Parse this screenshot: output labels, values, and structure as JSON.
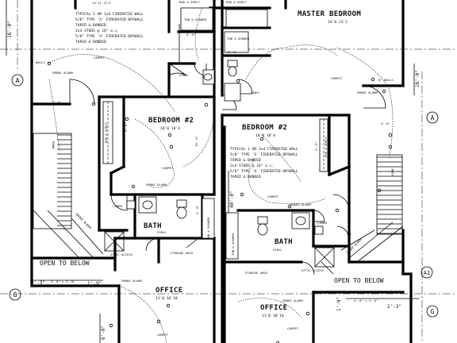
{
  "rooms": {
    "master_bedroom": "MASTER BEDROOM",
    "master_bedroom_dims": "14'0    13'2",
    "bedroom2_left": "BEDROOM #2",
    "bedroom2_left_dims": "10'0    10'4",
    "bedroom2_right": "BEDROOM #2",
    "bedroom2_right_dims": "10'0    10'4",
    "bath_left": "BATH",
    "bath_right": "BATH",
    "office_left": "OFFICE",
    "office_left_dims": "11'0    10'10",
    "office_right": "OFFICE",
    "office_right_dims": "11'0    10'10",
    "open_below_left": "OPEN TO BELOW",
    "open_below_right": "OPEN TO BELOW"
  },
  "notes": {
    "wall_spec_top": [
      "TYPICAL 1 HR 2x4 FIRERATED WALL",
      "5/8\" TYPE 'X' FIRERATED DRYWALL",
      "TAPED & BANDED",
      "2x4 STUDS @ 16\" o.c.",
      "5/8\" TYPE 'X' FIRERATED DRYWALL",
      "TAPED & BANDED"
    ],
    "wall_spec_mid": [
      "TYPICAL 1 HR 2x4 FIRERATED WALL",
      "5/8\" TYPE 'X' FIRERATED DRYWALL",
      "TAPED & BANDED",
      "2x4 STUDS @ 16\" o.c.",
      "5/8\" TYPE 'X' FIRERATED DRYWALL",
      "TAPED & BANDED"
    ],
    "carpet": "CARPET",
    "vinyl": "VINYL",
    "smoke_alarm": "SMOKE ALARM",
    "walls_8": "8' WALLS",
    "rod_shelf": "ROD & SHELF",
    "tub_shower": "TUB & SHOWER",
    "linen": "LINEN",
    "attic_access": "ATTIC ACCESS",
    "storage_area": "STORAGE AREA",
    "down": "DOWN",
    "top_dims": "13'11   13'2"
  },
  "dims": {
    "d16": "16'-0\"",
    "d40": "40'-0\"",
    "d2_3": "2'-3\"",
    "d1_9": "1'-9\"",
    "d4_0": "4'-0\" x 3'-0\"",
    "d3_0": "3'-0\"",
    "d5_0": "5'-0\"",
    "d10_6": "10'-6\"",
    "d2_6": "2'-6\"",
    "d6_0": "6'-0\""
  },
  "grid_markers": {
    "a_left": "A",
    "a_right": "A",
    "a1": "A1",
    "g_left": "G",
    "g_right": "G"
  }
}
